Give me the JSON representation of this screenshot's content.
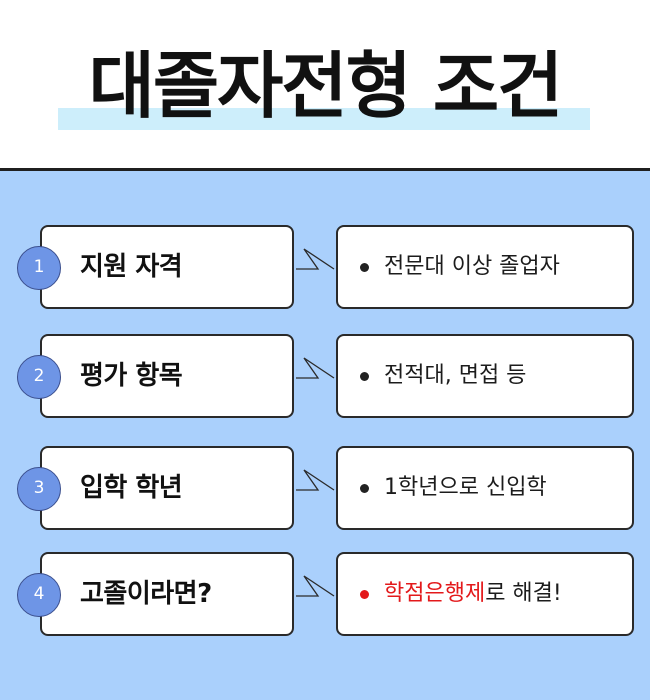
{
  "title": "대졸자전형 조건",
  "colors": {
    "panel_bg": "#aad0fc",
    "highlight": "#cdeefb",
    "circle": "#6e95e6",
    "accent_red": "#e3191b"
  },
  "items": [
    {
      "number": "1",
      "label": "지원 자격",
      "detail": "전문대 이상 졸업자"
    },
    {
      "number": "2",
      "label": "평가 항목",
      "detail": "전적대, 면접 등"
    },
    {
      "number": "3",
      "label": "입학 학년",
      "detail": "1학년으로 신입학"
    },
    {
      "number": "4",
      "label": "고졸이라면?",
      "detail_highlight": "학점은행제",
      "detail_rest": "로 해결!"
    }
  ]
}
